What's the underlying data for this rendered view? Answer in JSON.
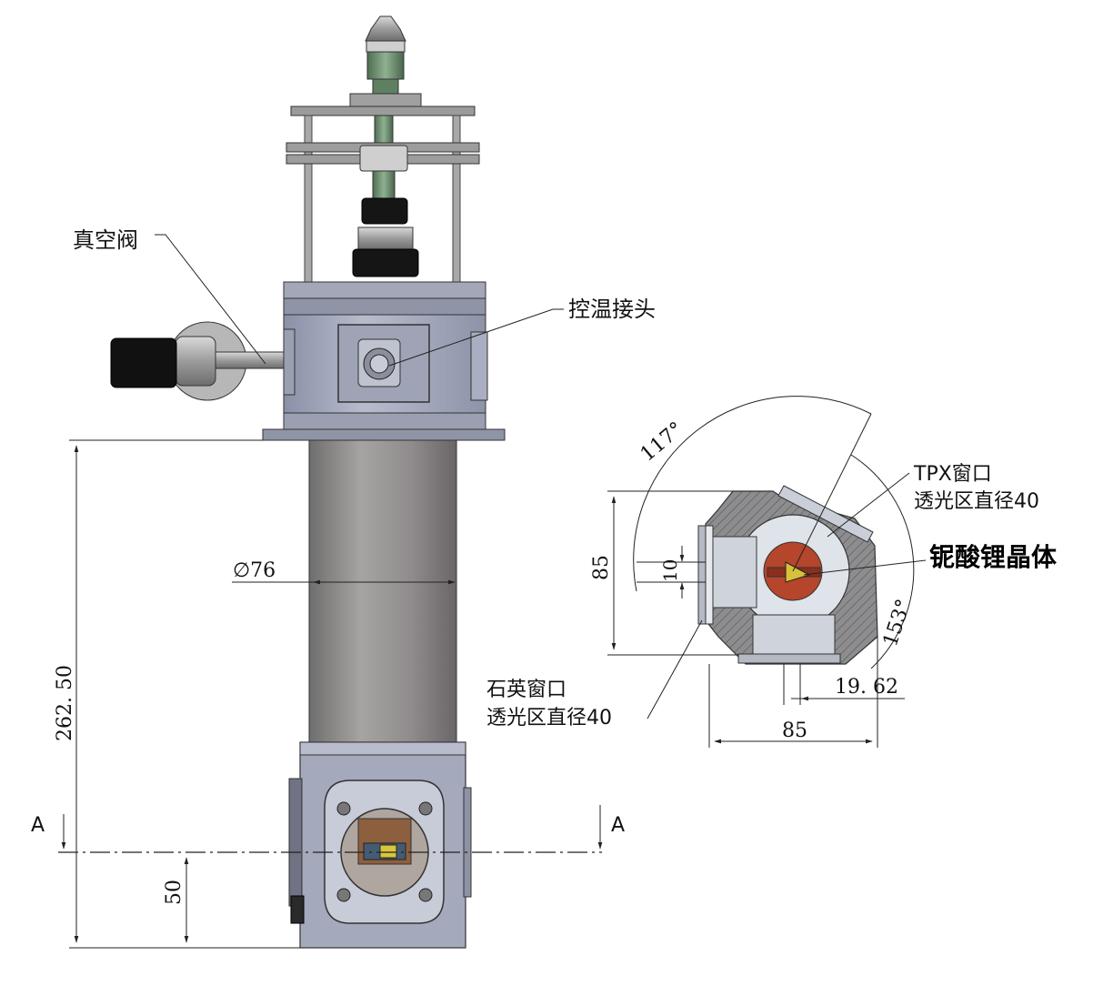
{
  "labels": {
    "vacuum_valve": "真空阀",
    "temp_connector": "控温接头",
    "tpx_window_line1": "TPX窗口",
    "tpx_window_line2": "透光区直径40",
    "crystal": "铌酸锂晶体",
    "quartz_window_line1": "石英窗口",
    "quartz_window_line2": "透光区直径40",
    "section_left": "A",
    "section_right": "A"
  },
  "dimensions": {
    "tube_diameter": "∅76",
    "overall_height": "262. 50",
    "window_height": "50",
    "section_height": "85",
    "crystal_gap": "10",
    "section_width": "85",
    "offset": "19. 62",
    "angle_top": "117°",
    "angle_right": "153°"
  },
  "colors": {
    "body_blue": "#a9b0c4",
    "tube_gray": "#8c8a88",
    "crystal_holder": "#b5452b",
    "crystal": "#d8c03a",
    "valve_knob": "#111111"
  }
}
